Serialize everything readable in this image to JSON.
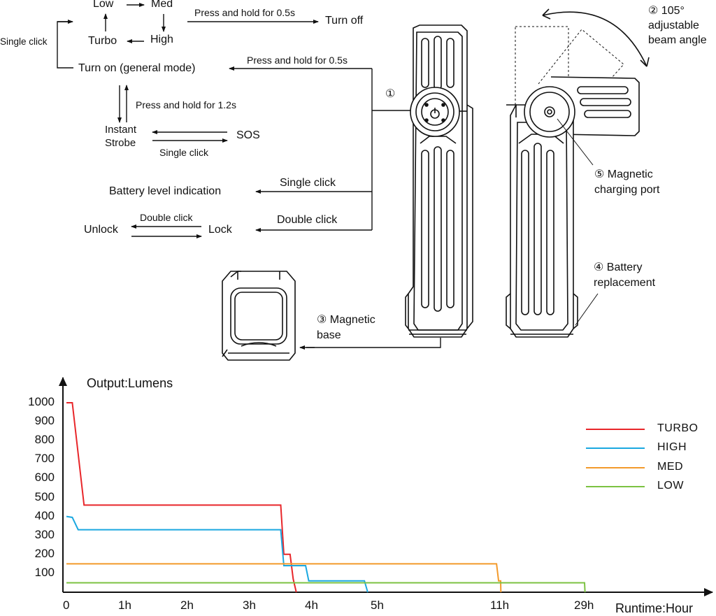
{
  "flow": {
    "low": "Low",
    "med": "Med",
    "high": "High",
    "turbo": "Turbo",
    "single_click_loop": "Single click",
    "press_hold_off": "Press and hold for 0.5s",
    "turn_off": "Turn off",
    "press_hold_on": "Press and hold for 0.5s",
    "turn_on": "Turn on (general mode)",
    "press_hold_strobe": "Press and hold for 1.2s",
    "instant_strobe": "Instant\nStrobe",
    "sos": "SOS",
    "single_click_sos": "Single click",
    "battery_level": "Battery level indication",
    "single_click_battery": "Single click",
    "double_click_unlock": "Double click",
    "unlock": "Unlock",
    "lock": "Lock",
    "double_click_lock": "Double click"
  },
  "callouts": {
    "c1": "①",
    "c2": "② 105°\nadjustable\nbeam angle",
    "c3": "③ Magnetic\nbase",
    "c4": "④ Battery\nreplacement",
    "c5": "⑤ Magnetic\ncharging port"
  },
  "colors": {
    "turbo": "#e8262a",
    "high": "#1ba8e0",
    "med": "#f39a2b",
    "low": "#7cc242"
  },
  "chart_data": {
    "type": "line",
    "ylabel": "Output:Lumens",
    "xlabel": "Runtime:Hour",
    "y_ticks": [
      "1000",
      "900",
      "800",
      "700",
      "600",
      "500",
      "400",
      "300",
      "200",
      "100"
    ],
    "x_ticks": [
      "0",
      "1h",
      "2h",
      "3h",
      "4h",
      "5h",
      "11h",
      "29h"
    ],
    "series": [
      {
        "name": "TURBO",
        "color": "#e8262a",
        "points": [
          [
            "0",
            1000
          ],
          [
            "0.1h",
            1000
          ],
          [
            "0.3h",
            460
          ],
          [
            "3.5h",
            460
          ],
          [
            "3.55h",
            200
          ],
          [
            "3.65h",
            200
          ],
          [
            "3.7h",
            70
          ],
          [
            "3.75h",
            0
          ]
        ]
      },
      {
        "name": "HIGH",
        "color": "#1ba8e0",
        "points": [
          [
            "0",
            400
          ],
          [
            "0.1h",
            395
          ],
          [
            "0.2h",
            330
          ],
          [
            "3.5h",
            330
          ],
          [
            "3.55h",
            140
          ],
          [
            "3.9h",
            140
          ],
          [
            "3.95h",
            60
          ],
          [
            "4.8h",
            60
          ],
          [
            "4.85h",
            0
          ]
        ]
      },
      {
        "name": "MED",
        "color": "#f39a2b",
        "points": [
          [
            "0",
            150
          ],
          [
            "10.8h",
            150
          ],
          [
            "10.9h",
            60
          ],
          [
            "11h",
            60
          ],
          [
            "11.05h",
            0
          ]
        ]
      },
      {
        "name": "LOW",
        "color": "#7cc242",
        "points": [
          [
            "0",
            50
          ],
          [
            "29h",
            50
          ],
          [
            "29.1h",
            0
          ]
        ]
      }
    ]
  }
}
